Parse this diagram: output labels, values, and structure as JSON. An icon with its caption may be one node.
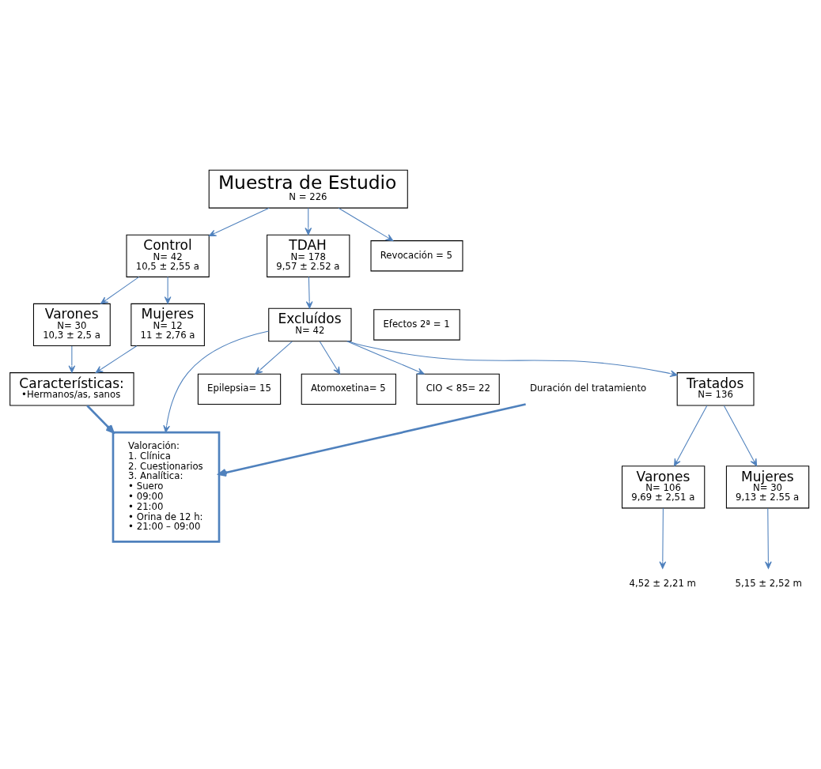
{
  "diagram": {
    "nodes": [
      {
        "text": [
          "Muestra de Estudio",
          "N = 226"
        ]
      },
      {
        "text": [
          "Control",
          "N= 42",
          "10,5 ± 2,55 a"
        ]
      },
      {
        "text": [
          "Valoración:",
          "1. Clínica",
          "2. Cuestionarios",
          "3. Analítica:",
          "• Suero",
          "• 09:00",
          "• 21:00",
          "• Orina de 12 h:",
          "• 21:00 – 09:00"
        ]
      },
      {
        "text": [
          "TDAH",
          "N= 178",
          "9,57 ± 2.52 a"
        ]
      },
      {
        "text": [
          "Revocación = 5"
        ]
      },
      {
        "text": [
          "Efectos 2ª = 1"
        ]
      },
      {
        "text": [
          "Excluídos",
          "N= 42"
        ]
      },
      {
        "text": [
          "Epilepsia= 15"
        ]
      },
      {
        "text": [
          "Atomoxetina= 5"
        ]
      },
      {
        "text": [
          "CIO < 85= 22"
        ]
      },
      {
        "text": [
          "Varones",
          "N= 30",
          "10,3 ± 2,5 a"
        ]
      },
      {
        "text": [
          "Mujeres",
          "N= 12",
          "11 ± 2,76 a"
        ]
      },
      {
        "text": [
          "Tratados",
          "N= 136"
        ]
      },
      {
        "text": [
          "Características:",
          "•Hermanos/as, sanos"
        ]
      },
      {
        "text": [
          "Varones",
          "N= 106",
          "9,69 ± 2,51 a"
        ]
      },
      {
        "text": [
          "Mujeres",
          "N= 30",
          "9,13 ± 2.55 a"
        ]
      },
      {
        "text": [
          "4,52 ± 2,21 m"
        ]
      },
      {
        "text": [
          "5,15 ± 2,52 m"
        ]
      },
      {
        "text": [
          "Duración del tratamiento"
        ]
      }
    ],
    "edges": [
      {
        "from": 0,
        "to": 1,
        "arrow": "to"
      },
      {
        "from": 0,
        "to": 3,
        "arrow": "to"
      },
      {
        "from": 0,
        "to": 4,
        "arrow": "to"
      },
      {
        "from": 1,
        "to": 10,
        "arrow": "to"
      },
      {
        "from": 1,
        "to": 11,
        "arrow": "to"
      },
      {
        "from": 3,
        "to": 6,
        "arrow": "to"
      },
      {
        "from": 6,
        "to": 7,
        "arrow": "to"
      },
      {
        "from": 6,
        "to": 8,
        "arrow": "to"
      },
      {
        "from": 6,
        "to": 9,
        "arrow": "to"
      },
      {
        "from": 6,
        "to": 2,
        "arrow": "to"
      },
      {
        "from": 6,
        "to": 12,
        "arrow": "to"
      },
      {
        "from": 10,
        "to": 13,
        "arrow": "to"
      },
      {
        "from": 11,
        "to": 13,
        "arrow": "to"
      },
      {
        "from": 13,
        "to": 2,
        "arrow": "to",
        "style": "thick"
      },
      {
        "from": 12,
        "to": 14,
        "arrow": "to"
      },
      {
        "from": 12,
        "to": 15,
        "arrow": "to"
      },
      {
        "from": 14,
        "to": 16,
        "arrow": "to"
      },
      {
        "from": 15,
        "to": 17,
        "arrow": "to"
      },
      {
        "from": 18,
        "to": 2,
        "arrow": "to",
        "style": "thick"
      }
    ]
  }
}
